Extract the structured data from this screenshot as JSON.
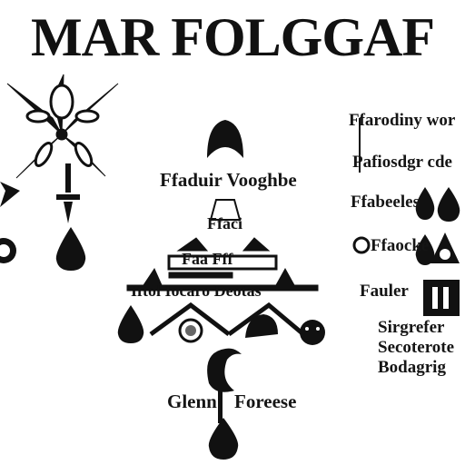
{
  "title": "MAR FOLGGAF",
  "labels": {
    "center_heading": "Ffaduir Vooghbe",
    "tri_top": "Ffaci",
    "tri_row1": "Faa  Fff",
    "tri_row2": "Iftol  Iocaro  Deotas",
    "bottom_left": "Glenn",
    "bottom_right": "Foreese",
    "right_1": "Ffarodiny wor",
    "right_2": "Pafiosdgr cde",
    "right_3": "Ffabeeles",
    "right_4": "Ffaocke",
    "right_5": "Fauler",
    "right_6a": "Sirgrefer",
    "right_6b": "Secoterote",
    "right_6c": "Bodagrig"
  },
  "colors": {
    "ink": "#111111",
    "paper": "#ffffff"
  }
}
